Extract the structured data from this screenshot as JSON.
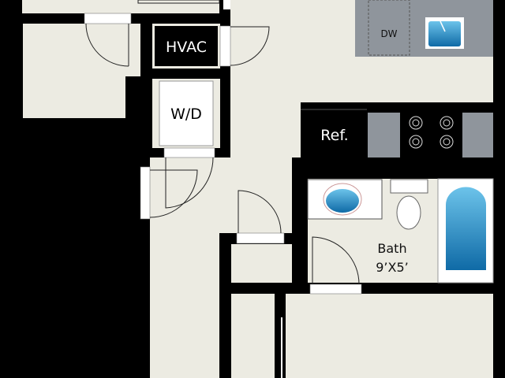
{
  "plan": {
    "labels": {
      "hvac": "HVAC",
      "washer_dryer": "W/D",
      "dishwasher": "DW",
      "refrigerator": "Ref.",
      "bath_name": "Bath",
      "bath_size": "9’X5’"
    },
    "colors": {
      "wall": "#000000",
      "floor": "#ecebe2",
      "counter": "#8f959c",
      "fixture_blue": "#2f8fc9"
    }
  }
}
